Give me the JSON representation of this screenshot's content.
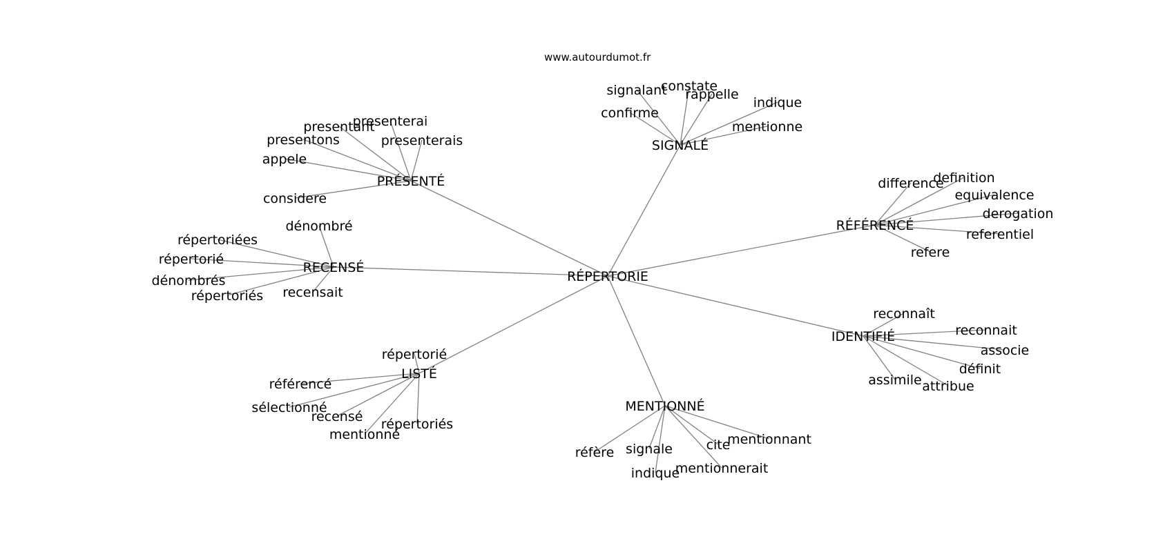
{
  "site": "www.autourdumot.fr",
  "center": "RÉPERTORIE",
  "groups": [
    {
      "label": "SIGNALÉ",
      "children": [
        "signalant",
        "constate",
        "rappelle",
        "indique",
        "confirme",
        "mentionne"
      ]
    },
    {
      "label": "PRÉSENTÉ",
      "children": [
        "presenterai",
        "presentant",
        "presentons",
        "presenterais",
        "appele",
        "considere"
      ]
    },
    {
      "label": "RÉFÉRENCÉ",
      "children": [
        "difference",
        "definition",
        "equivalence",
        "derogation",
        "referentiel",
        "refere"
      ]
    },
    {
      "label": "RECENSÉ",
      "children": [
        "dénombré",
        "répertoriées",
        "répertorié",
        "dénombrés",
        "répertoriés",
        "recensait"
      ]
    },
    {
      "label": "IDENTIFIÉ",
      "children": [
        "reconnaît",
        "reconnait",
        "associe",
        "définit",
        "assimile",
        "attribue"
      ]
    },
    {
      "label": "LISTÉ",
      "children": [
        "répertorié",
        "référencé",
        "sélectionné",
        "recensé",
        "mentionné",
        "répertoriés"
      ]
    },
    {
      "label": "MENTIONNÉ",
      "children": [
        "réfère",
        "signale",
        "cite",
        "mentionnant",
        "indique",
        "mentionnerait"
      ]
    }
  ]
}
